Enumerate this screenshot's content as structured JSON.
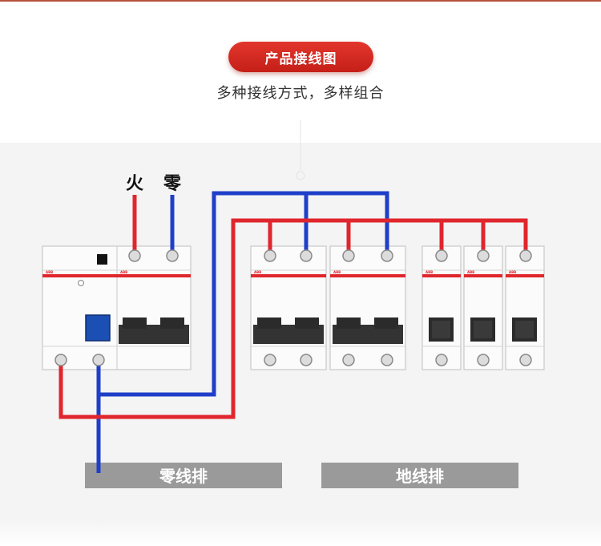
{
  "header": {
    "title": "产品接线图",
    "subtitle": "多种接线方式，多样组合"
  },
  "inputs": {
    "live_label": "火",
    "neutral_label": "零"
  },
  "busbars": {
    "neutral_bus_label": "零线排",
    "earth_bus_label": "地线排"
  },
  "breaker_brand": "ABB",
  "colors": {
    "accent": "#d42a22",
    "live_wire": "#e0262d",
    "neutral_wire": "#1f3fc9",
    "busbar": "#9a9a9a"
  }
}
